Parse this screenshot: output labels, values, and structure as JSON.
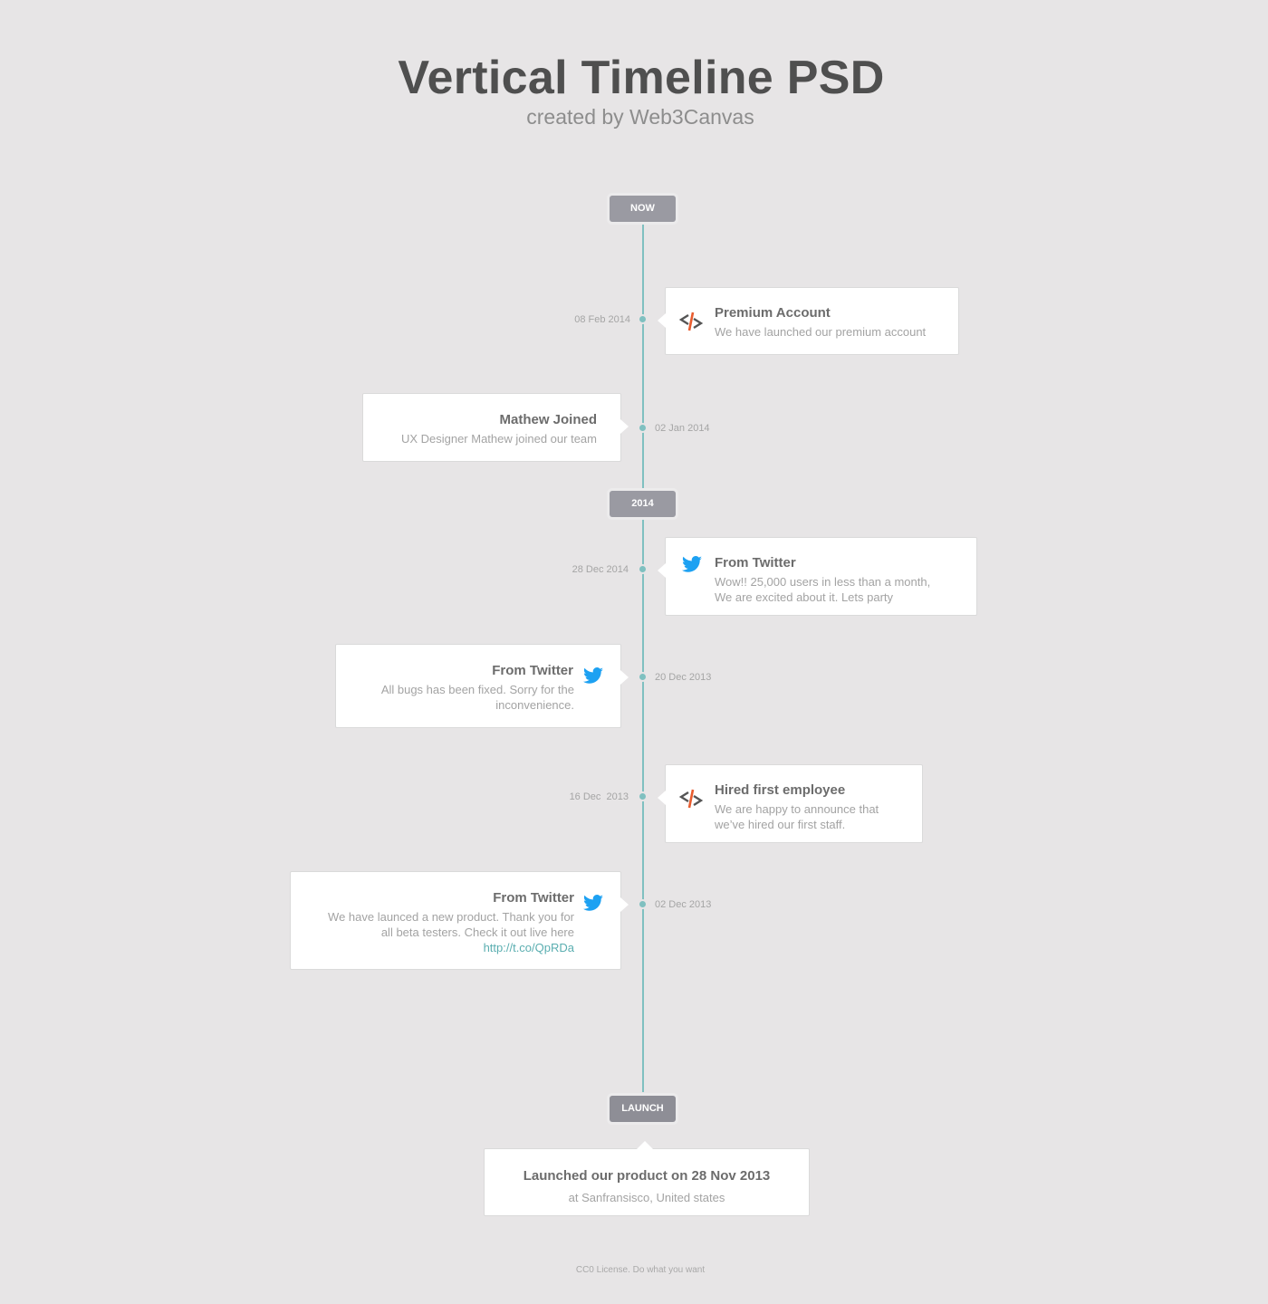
{
  "header": {
    "title": "Vertical Timeline PSD",
    "subtitle": "created by Web3Canvas"
  },
  "markers": {
    "now": "NOW",
    "year": "2014",
    "launch": "LAUNCH"
  },
  "events": [
    {
      "date": "08 Feb 2014",
      "title": "Premium Account",
      "text": "We have launched our premium account",
      "icon": "brand-logo-icon"
    },
    {
      "date": "02 Jan 2014",
      "title": "Mathew Joined",
      "text": "UX Designer Mathew joined our team",
      "icon": ""
    },
    {
      "date": "28 Dec 2014",
      "title": "From Twitter",
      "text": "Wow!! 25,000 users in less than a month,\nWe are excited about it. Lets party",
      "icon": "twitter-icon"
    },
    {
      "date": "20 Dec 2013",
      "title": "From Twitter",
      "text": "All bugs  has been fixed. Sorry for the\ninconvenience.",
      "icon": "twitter-icon"
    },
    {
      "date": "16 Dec  2013",
      "title": "Hired first employee",
      "text": "We are happy to announce that\nwe’ve hired our first staff.",
      "icon": "brand-logo-icon"
    },
    {
      "date": "02 Dec 2013",
      "title": "From Twitter",
      "text": "We have launced a new product. Thank you for\nall beta testers. Check it out live here",
      "link": "http://t.co/QpRDa",
      "icon": "twitter-icon"
    }
  ],
  "launch": {
    "title": "Launched our product on 28 Nov 2013",
    "subtitle": "at Sanfransisco, United states"
  },
  "footer": "CC0 License. Do what you want",
  "colors": {
    "background": "#e7e5e6",
    "line": "#7fc0c0",
    "pill": "#9a9aa2",
    "twitter": "#1da1f2",
    "brand_orange": "#e85c2e",
    "link": "#5aaeb0"
  }
}
